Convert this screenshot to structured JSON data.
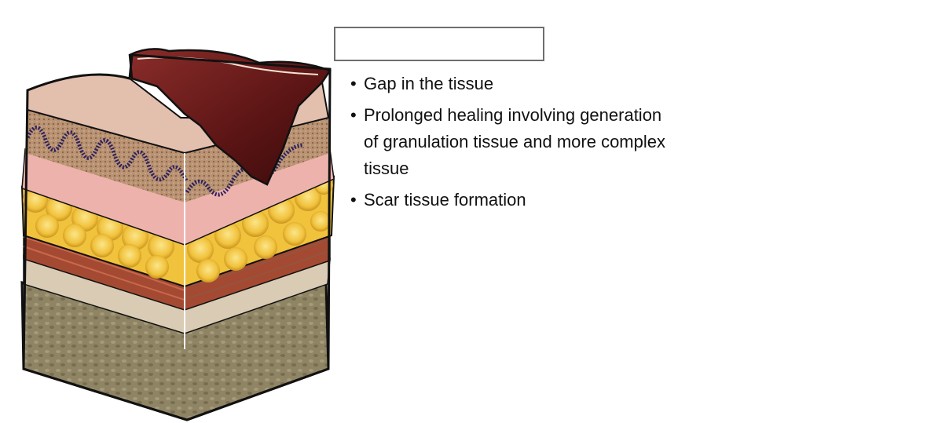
{
  "answer_box": {
    "value": ""
  },
  "bullets": [
    {
      "text": "Gap in the tissue"
    },
    {
      "text": "Prolonged healing involving generation of granulation tissue and more complex tissue"
    },
    {
      "text": "Scar tissue formation"
    }
  ],
  "colors": {
    "epidermis_top": "#e8c3b3",
    "dermis": "#eeb0ac",
    "fat": "#f1c947",
    "muscle": "#a84a32",
    "bone": "#8a8062",
    "wound": "#6b1e1e",
    "outline": "#111111"
  }
}
